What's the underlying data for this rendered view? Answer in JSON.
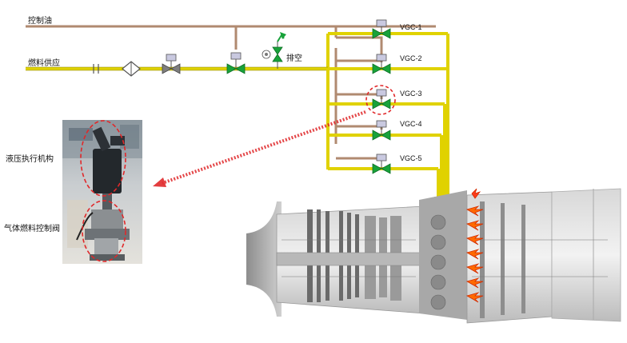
{
  "labels": {
    "control_oil": "控制油",
    "fuel_supply": "燃料供应",
    "vent": "排空",
    "hydraulic_actuator": "液压执行机构",
    "gas_fuel_control_valve": "气体燃料控制阀"
  },
  "valves": [
    {
      "id": "VGC-1"
    },
    {
      "id": "VGC-2"
    },
    {
      "id": "VGC-3"
    },
    {
      "id": "VGC-4"
    },
    {
      "id": "VGC-5"
    }
  ],
  "colors": {
    "fuel_line": "#e0d200",
    "control_oil_line": "#b08a70",
    "valve_green": "#18a23a",
    "highlight_red": "#e0282a",
    "flame": "#ff6a00",
    "turbine_gray": "#9a9a9a"
  }
}
